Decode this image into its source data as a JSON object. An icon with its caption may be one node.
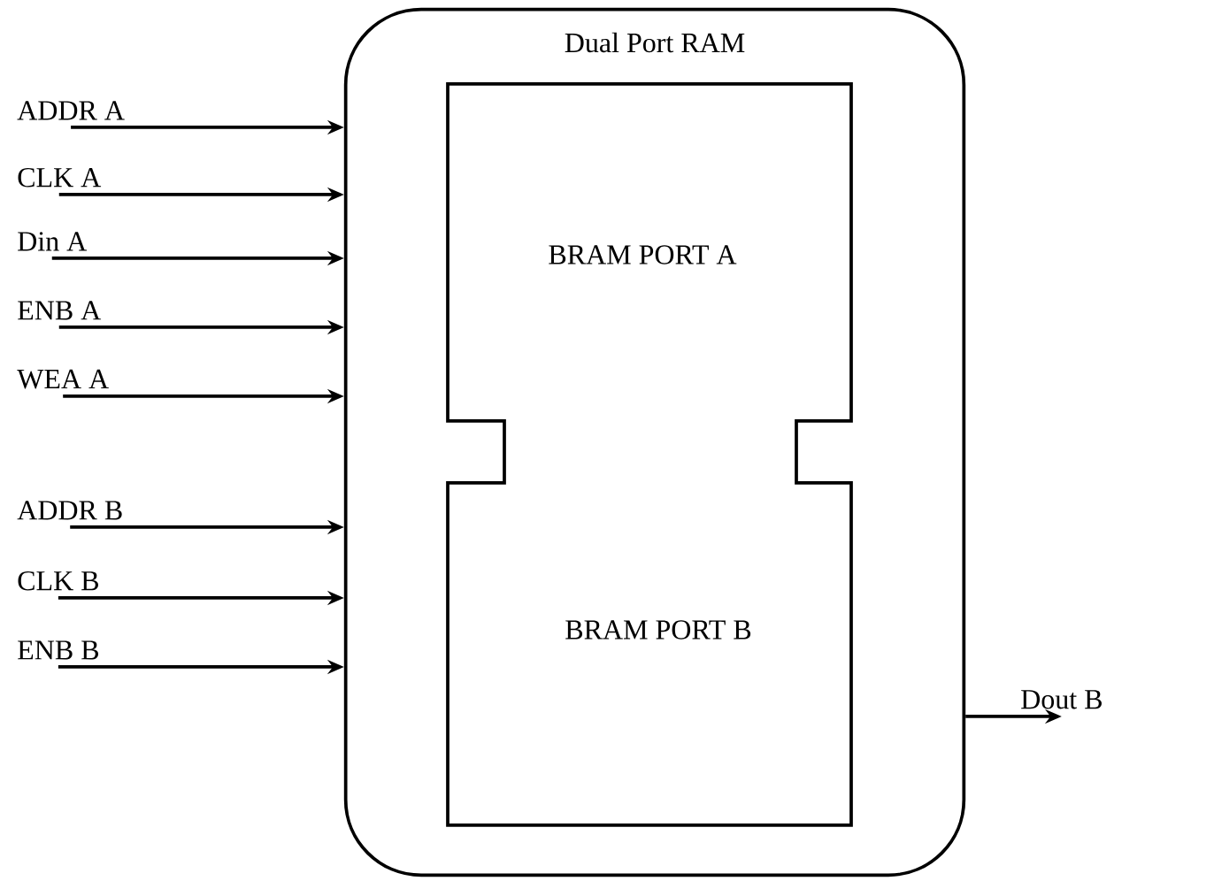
{
  "diagram": {
    "nodes": [
      {
        "text": [
          "Dual Port RAM"
        ]
      },
      {
        "text": [
          "BRAM PORT A",
          "BRAM PORT B"
        ],
        "in": 0
      },
      {
        "text": [
          "ADDR A"
        ]
      },
      {
        "text": [
          "CLK A"
        ]
      },
      {
        "text": [
          "Din A"
        ]
      },
      {
        "text": [
          "ENB A"
        ]
      },
      {
        "text": [
          "WEA A"
        ]
      },
      {
        "text": [
          "ADDR B"
        ]
      },
      {
        "text": [
          "CLK B"
        ]
      },
      {
        "text": [
          "ENB B"
        ]
      },
      {
        "text": [
          "Dout B"
        ]
      }
    ],
    "edges": [
      {
        "from": 2,
        "to": 0,
        "arrow": "to"
      },
      {
        "from": 3,
        "to": 0,
        "arrow": "to"
      },
      {
        "from": 4,
        "to": 0,
        "arrow": "to"
      },
      {
        "from": 5,
        "to": 0,
        "arrow": "to"
      },
      {
        "from": 6,
        "to": 0,
        "arrow": "to"
      },
      {
        "from": 7,
        "to": 0,
        "arrow": "to"
      },
      {
        "from": 8,
        "to": 0,
        "arrow": "to"
      },
      {
        "from": 9,
        "to": 0,
        "arrow": "to"
      },
      {
        "from": 0,
        "to": 10,
        "arrow": "to"
      }
    ]
  }
}
